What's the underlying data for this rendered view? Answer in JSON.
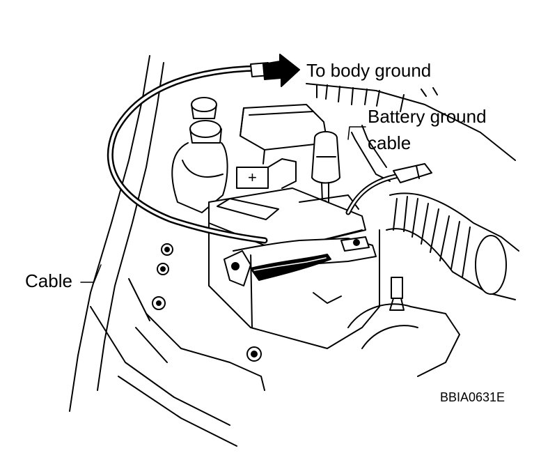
{
  "callouts": {
    "to_body_ground": "To body ground",
    "battery_ground_line1": "Battery ground",
    "battery_ground_line2": "cable",
    "cable": "Cable"
  },
  "figure_code": "BBIA0631E",
  "colors": {
    "ink": "#000000",
    "paper": "#ffffff"
  },
  "symbols": {
    "positive_terminal": "+"
  }
}
